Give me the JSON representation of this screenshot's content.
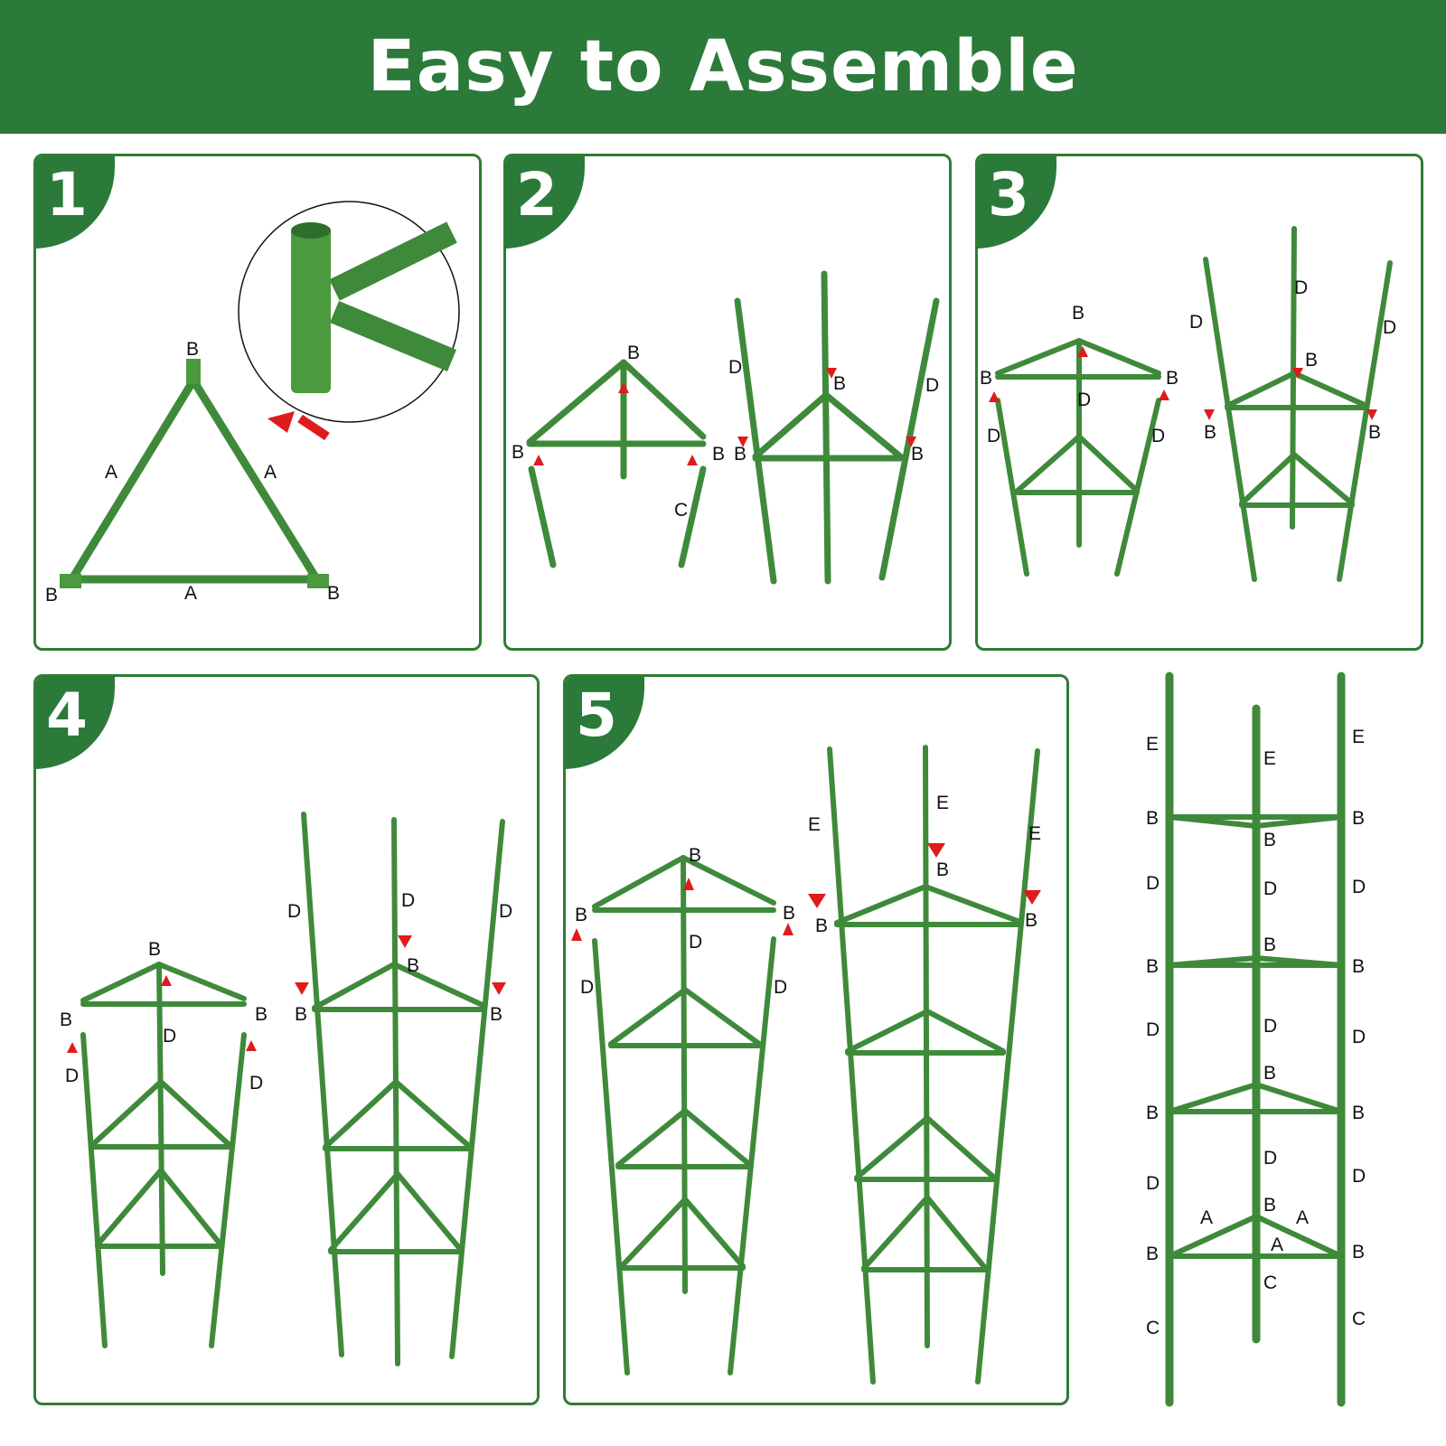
{
  "header": {
    "title": "Easy to Assemble"
  },
  "steps": [
    {
      "number": "1"
    },
    {
      "number": "2"
    },
    {
      "number": "3"
    },
    {
      "number": "4"
    },
    {
      "number": "5"
    }
  ],
  "part_labels": {
    "a": "A",
    "b": "B",
    "c": "C",
    "d": "D",
    "e": "E"
  },
  "colors": {
    "brand_green": "#2b7a3a",
    "stake_green": "#3f8a3a",
    "arrow_red": "#e01b1b",
    "text_white": "#ffffff"
  }
}
